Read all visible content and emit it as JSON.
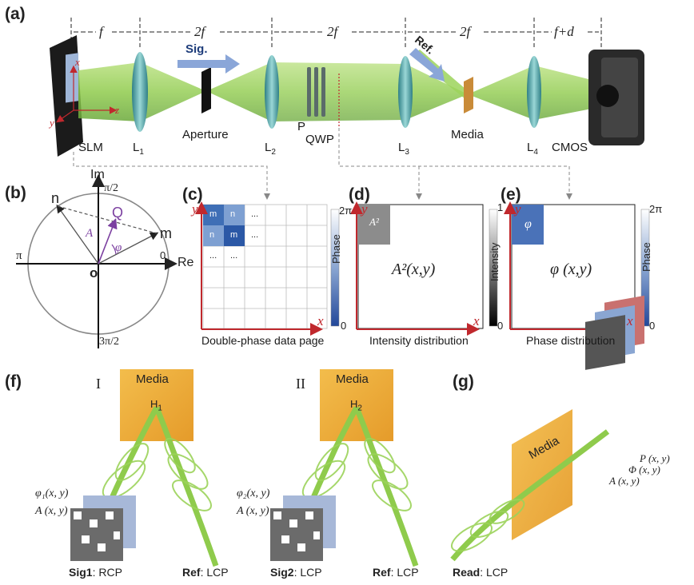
{
  "panel_a": {
    "label": "(a)",
    "dims": [
      "f",
      "2f",
      "2f",
      "2f",
      "f+d"
    ],
    "components": {
      "slm": "SLM",
      "l1": "L",
      "l1_sub": "1",
      "aperture": "Aperture",
      "l2": "L",
      "l2_sub": "2",
      "p": "P",
      "qwp": "QWP",
      "l3": "L",
      "l3_sub": "3",
      "media": "Media",
      "l4": "L",
      "l4_sub": "4",
      "cmos": "CMOS"
    },
    "sig": "Sig.",
    "ref": "Ref.",
    "slm_axes": {
      "x": "x",
      "y": "y",
      "z": "z"
    }
  },
  "panel_b": {
    "label": "(b)",
    "im": "Im",
    "re": "Re",
    "o": "o",
    "top": "π/2",
    "bottom": "3π/2",
    "left": "π",
    "right": "0",
    "n": "n",
    "m": "m",
    "q": "Q",
    "a": "A",
    "phi": "φ"
  },
  "panel_c": {
    "label": "(c)",
    "caption": "Double-phase data page",
    "colorbar_label": "Phase",
    "cb_top": "2π",
    "cb_bottom": "0",
    "x": "x",
    "y": "y",
    "cells": [
      [
        "m",
        "n",
        "..."
      ],
      [
        "n",
        "m",
        "..."
      ],
      [
        "...",
        "..."
      ]
    ]
  },
  "panel_d": {
    "label": "(d)",
    "caption": "Intensity distribution",
    "colorbar_label": "Intensity",
    "cb_top": "1",
    "cb_bottom": "0",
    "x": "x",
    "y": "y",
    "cell": "A²",
    "formula": "A²(x,y)"
  },
  "panel_e": {
    "label": "(e)",
    "caption": "Phase distribution",
    "colorbar_label": "Phase",
    "cb_top": "2π",
    "cb_bottom": "0",
    "x": "x",
    "y": "y",
    "cell": "φ",
    "formula": "φ (x,y)"
  },
  "panel_f": {
    "label": "(f)",
    "part1": {
      "roman": "I",
      "media": "Media",
      "h": "H",
      "h_sub": "1",
      "phi": "φ₁(x, y)",
      "a": "A (x, y)",
      "sig_bold": "Sig1",
      "sig_rest": ": RCP",
      "ref_bold": "Ref",
      "ref_rest": ": LCP"
    },
    "part2": {
      "roman": "II",
      "media": "Media",
      "h": "H",
      "h_sub": "2",
      "phi": "φ₂(x, y)",
      "a": "A (x, y)",
      "sig_bold": "Sig2",
      "sig_rest": ": LCP",
      "ref_bold": "Ref",
      "ref_rest": ": LCP"
    }
  },
  "panel_g": {
    "label": "(g)",
    "media": "Media",
    "p": "P (x, y)",
    "phi": "Φ (x, y)",
    "a": "A (x, y)",
    "read_bold": "Read",
    "read_rest": ": LCP"
  },
  "colors": {
    "beam": "#9cd35a",
    "lens": "#5fb0b5",
    "media": "#e8a63a",
    "phase_blue": "#2b58a6",
    "axis_red": "#c0282d"
  }
}
